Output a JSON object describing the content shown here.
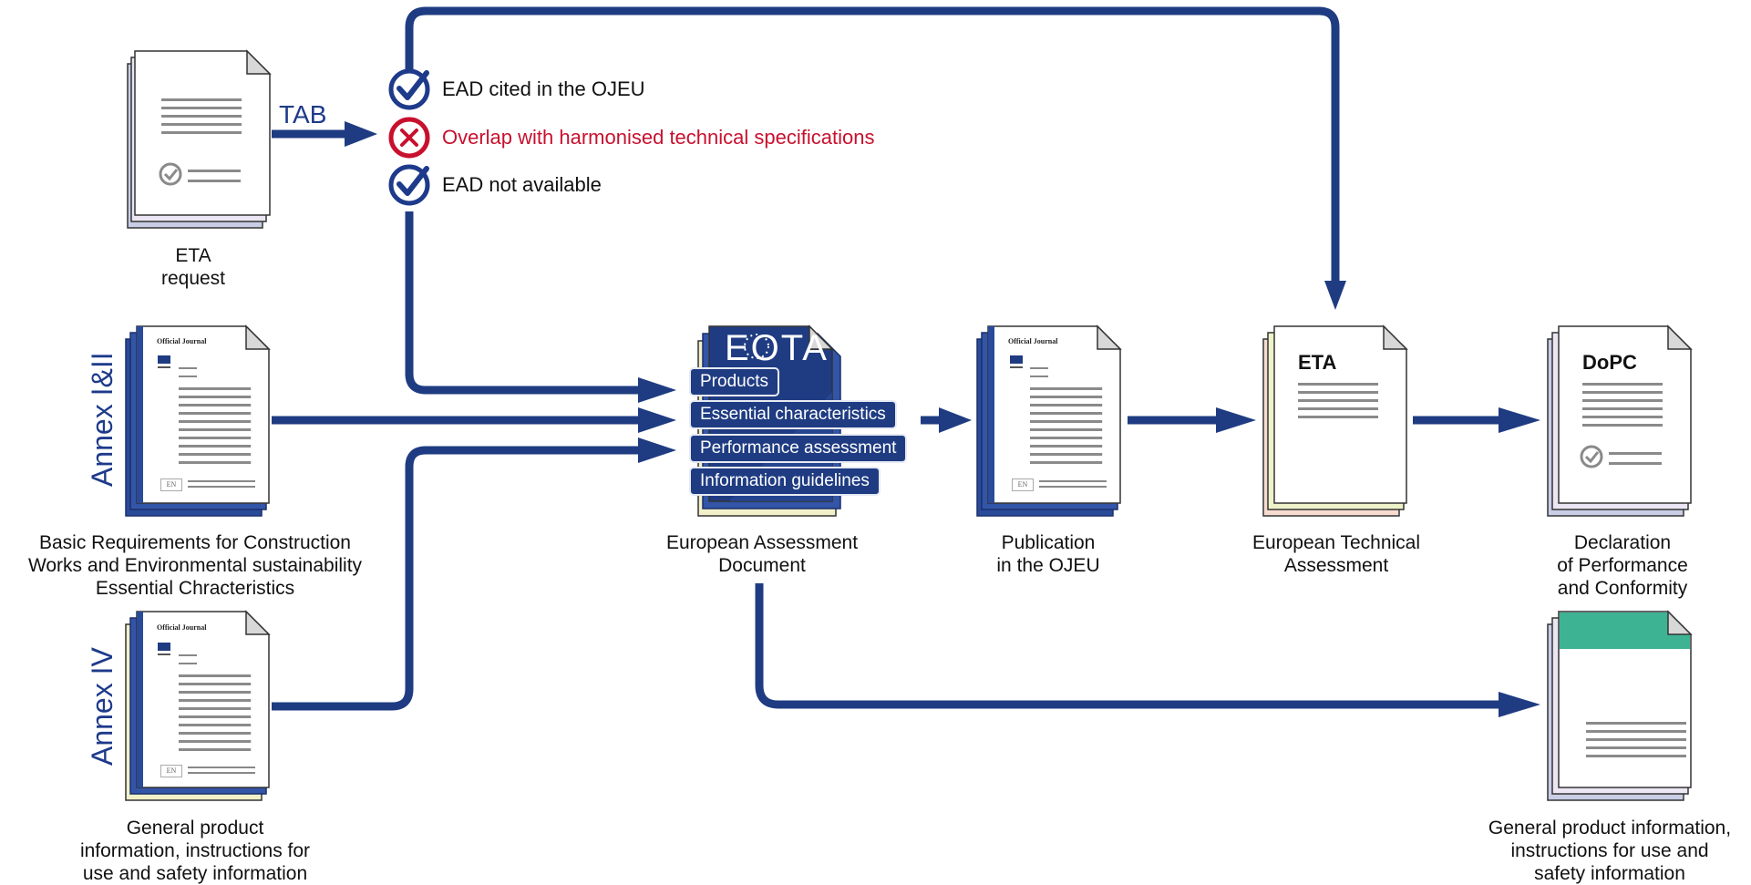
{
  "colors": {
    "flow": "#1f3c82",
    "check": "#1e3a8a",
    "cross": "#c8102e",
    "green_band": "#3db394"
  },
  "tab_label": "TAB",
  "checks": [
    {
      "label": "EAD cited in the OJEU",
      "status": "ok",
      "icon": "check-circle-icon"
    },
    {
      "label": "Overlap with harmonised technical specifications",
      "status": "fail",
      "icon": "cross-circle-icon"
    },
    {
      "label": "EAD not available",
      "status": "ok",
      "icon": "check-circle-icon"
    }
  ],
  "nodes": {
    "eta_request": {
      "lines": [
        "ETA",
        "request"
      ]
    },
    "annex_1_2": {
      "side_label": "Annex I&II",
      "journal_title": "Official Journal",
      "lang": "EN",
      "lines": [
        "Basic Requirements for Construction",
        "Works and Environmental sustainability",
        "Essential Chracteristics"
      ]
    },
    "annex_4": {
      "side_label": "Annex IV",
      "journal_title": "Official Journal",
      "lang": "EN",
      "lines": [
        "General product",
        "information, instructions for",
        "use and safety information"
      ]
    },
    "ead": {
      "logo": "EOTA",
      "lines": [
        "European Assessment",
        "Document"
      ],
      "chips": [
        "Products",
        "Essential characteristics",
        "Performance assessment",
        "Information guidelines"
      ]
    },
    "publication": {
      "journal_title": "Official Journal",
      "lang": "EN",
      "lines": [
        "Publication",
        "in the OJEU"
      ]
    },
    "eta": {
      "doc_title": "ETA",
      "lines": [
        "European Technical",
        "Assessment"
      ]
    },
    "dopc": {
      "doc_title": "DoPC",
      "lines": [
        "Declaration",
        "of Performance",
        "and Conformity"
      ]
    },
    "general_info": {
      "lines": [
        "General product information,",
        "instructions for use and",
        "safety information"
      ]
    }
  }
}
